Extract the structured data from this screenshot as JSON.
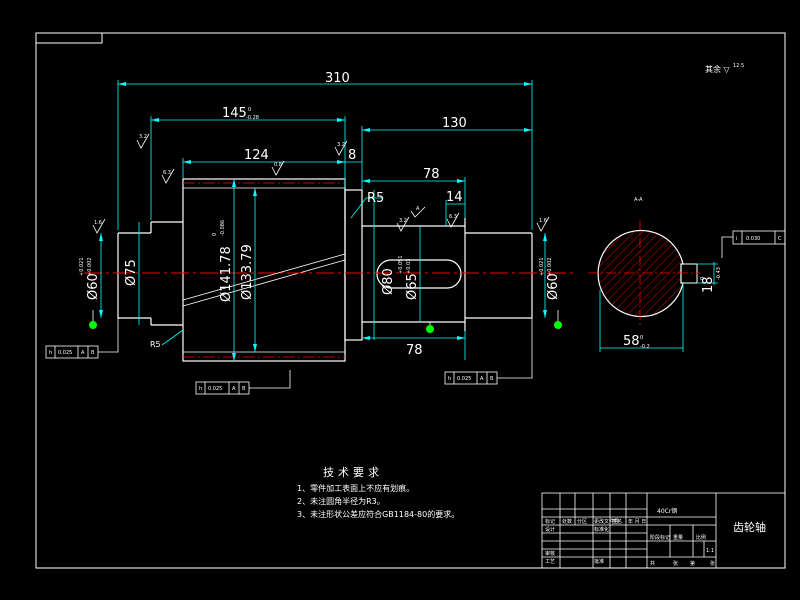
{
  "colors": {
    "background": "#000000",
    "frame": "#ffffff",
    "outline": "#ffffff",
    "dimension": "#00ffff",
    "centerline": "#ff0000",
    "hatch": "#ff0000",
    "datum": "#00ff00"
  },
  "drawing": {
    "roughness_note": "其余 ▽",
    "dims": {
      "overall_length": "310",
      "len_145": "145",
      "tol_145_top": "0",
      "tol_145_bot": "-0.28",
      "len_130": "130",
      "len_124": "124",
      "len_8": "8",
      "len_78_top": "78",
      "len_14": "14",
      "len_78_bottom": "78",
      "r5_top": "R5",
      "r5_bottom": "R5",
      "dia_60_left": "Ø60",
      "dia_60_left_tol_a": "+0.021",
      "dia_60_left_tol_b": "+0.002",
      "dia_75": "Ø75",
      "dia_141": "Ø141.78",
      "dia_141_tol_a": "0",
      "dia_141_tol_b": "-0.086",
      "dia_133": "Ø133.79",
      "dia_80": "Ø80",
      "dia_65": "Ø65",
      "dia_65_tol_a": "+0.051",
      "dia_65_tol_b": "+0.03",
      "dia_60_right": "Ø60",
      "dia_60_right_tol_a": "+0.021",
      "dia_60_right_tol_b": "+0.002",
      "section_58": "58",
      "section_58_tol_a": "0",
      "section_58_tol_b": "-0.2",
      "section_18": "18",
      "section_18_tol_a": "0",
      "section_18_tol_b": "-0.43",
      "section_label": "A-A",
      "key_label": "A"
    },
    "roughness": [
      "3.2",
      "0.8",
      "3.2",
      "1.6",
      "1.6",
      "3.2",
      "6.3",
      "1.6",
      "6.3"
    ],
    "tolerance_frames": {
      "left": [
        "h",
        "0.025",
        "A",
        "B"
      ],
      "middle": [
        "h",
        "0.025",
        "A",
        "B"
      ],
      "right": [
        "h",
        "0.025",
        "A",
        "B"
      ],
      "section": [
        "i",
        "0.030",
        "C"
      ]
    }
  },
  "notes": {
    "title": "技术要求",
    "items": [
      "1、零件加工表面上不应有划痕。",
      "2、未注圆角半径为R3。",
      "3、未注形状公差应符合GB1184-80的要求。"
    ]
  },
  "title_block": {
    "material": "40Cr钢",
    "part_name": "齿轮轴",
    "row_labels": [
      "标记",
      "处数",
      "分区",
      "更改文件号",
      "签名",
      "年 月 日"
    ],
    "left_labels": [
      "设计",
      "标准化",
      "审核",
      "工艺"
    ],
    "mid_labels": [
      "批准",
      "阶段标记",
      "重量",
      "比例"
    ],
    "scale": "1:1",
    "sheet": [
      "共",
      "张",
      "第",
      "张"
    ]
  }
}
